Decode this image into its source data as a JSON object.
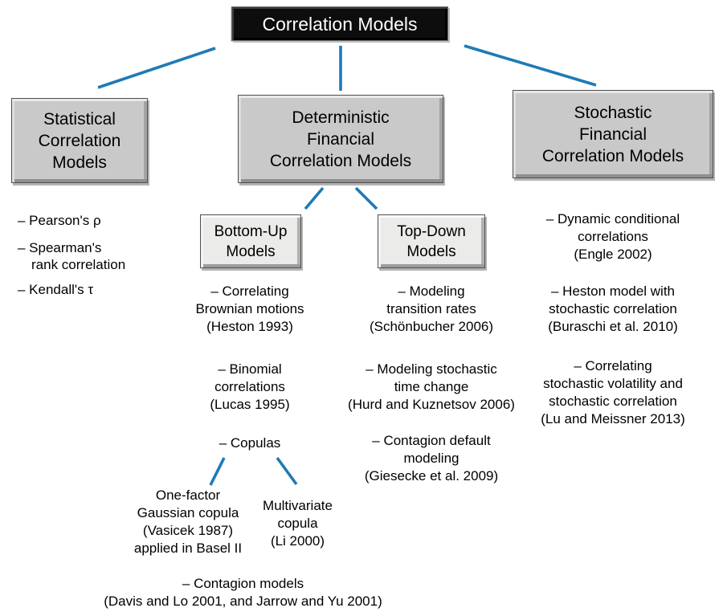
{
  "diagram": {
    "root": "Correlation Models",
    "statistical": {
      "title": "Statistical\nCorrelation\nModels",
      "items": {
        "pearson": "– Pearson's ρ",
        "spearman": "– Spearman's\nrank correlation",
        "kendall": "– Kendall's τ"
      }
    },
    "deterministic": {
      "title": "Deterministic\nFinancial\nCorrelation Models",
      "bottom_up": {
        "title": "Bottom-Up\nModels",
        "items": {
          "brownian": "– Correlating\nBrownian motions\n(Heston 1993)",
          "binomial": "– Binomial\ncorrelations\n(Lucas 1995)",
          "copulas": "– Copulas",
          "one_factor": "One-factor\nGaussian copula\n(Vasicek 1987)\napplied in Basel II",
          "multivariate": "Multivariate\ncopula\n(Li 2000)",
          "contagion": "– Contagion models\n(Davis and Lo 2001, and Jarrow and Yu 2001)"
        }
      },
      "top_down": {
        "title": "Top-Down\nModels",
        "items": {
          "transition_rates": "– Modeling\ntransition rates\n(Schönbucher 2006)",
          "time_change": "– Modeling stochastic\ntime change\n(Hurd and Kuznetsov 2006)",
          "contagion_default": "– Contagion default\nmodeling\n(Giesecke et al. 2009)"
        }
      }
    },
    "stochastic": {
      "title": "Stochastic\nFinancial\nCorrelation Models",
      "items": {
        "dcc": "– Dynamic conditional\ncorrelations\n(Engle 2002)",
        "heston": "– Heston model with\nstochastic correlation\n(Buraschi et al. 2010)",
        "corr_vol": "– Correlating\nstochastic volatility and\nstochastic correlation\n(Lu and Meissner 2013)"
      }
    },
    "colors": {
      "connector": "#1e7ab8",
      "node_fill": "#c9c9c9",
      "sub_node_fill": "#ebebe9",
      "root_fill": "#0d0d0d",
      "root_text": "#ffffff"
    }
  }
}
